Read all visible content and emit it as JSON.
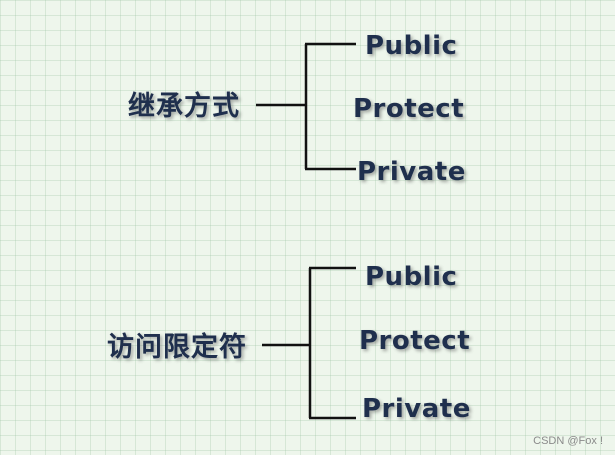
{
  "groups": [
    {
      "label": "继承方式",
      "children": [
        "Public",
        "Protect",
        "Private"
      ]
    },
    {
      "label": "访问限定符",
      "children": [
        "Public",
        "Protect",
        "Private"
      ]
    }
  ],
  "watermark": "CSDN @Fox !",
  "colors": {
    "text": "#1f2f4d",
    "line": "#111111",
    "background": "#eef6ec"
  }
}
